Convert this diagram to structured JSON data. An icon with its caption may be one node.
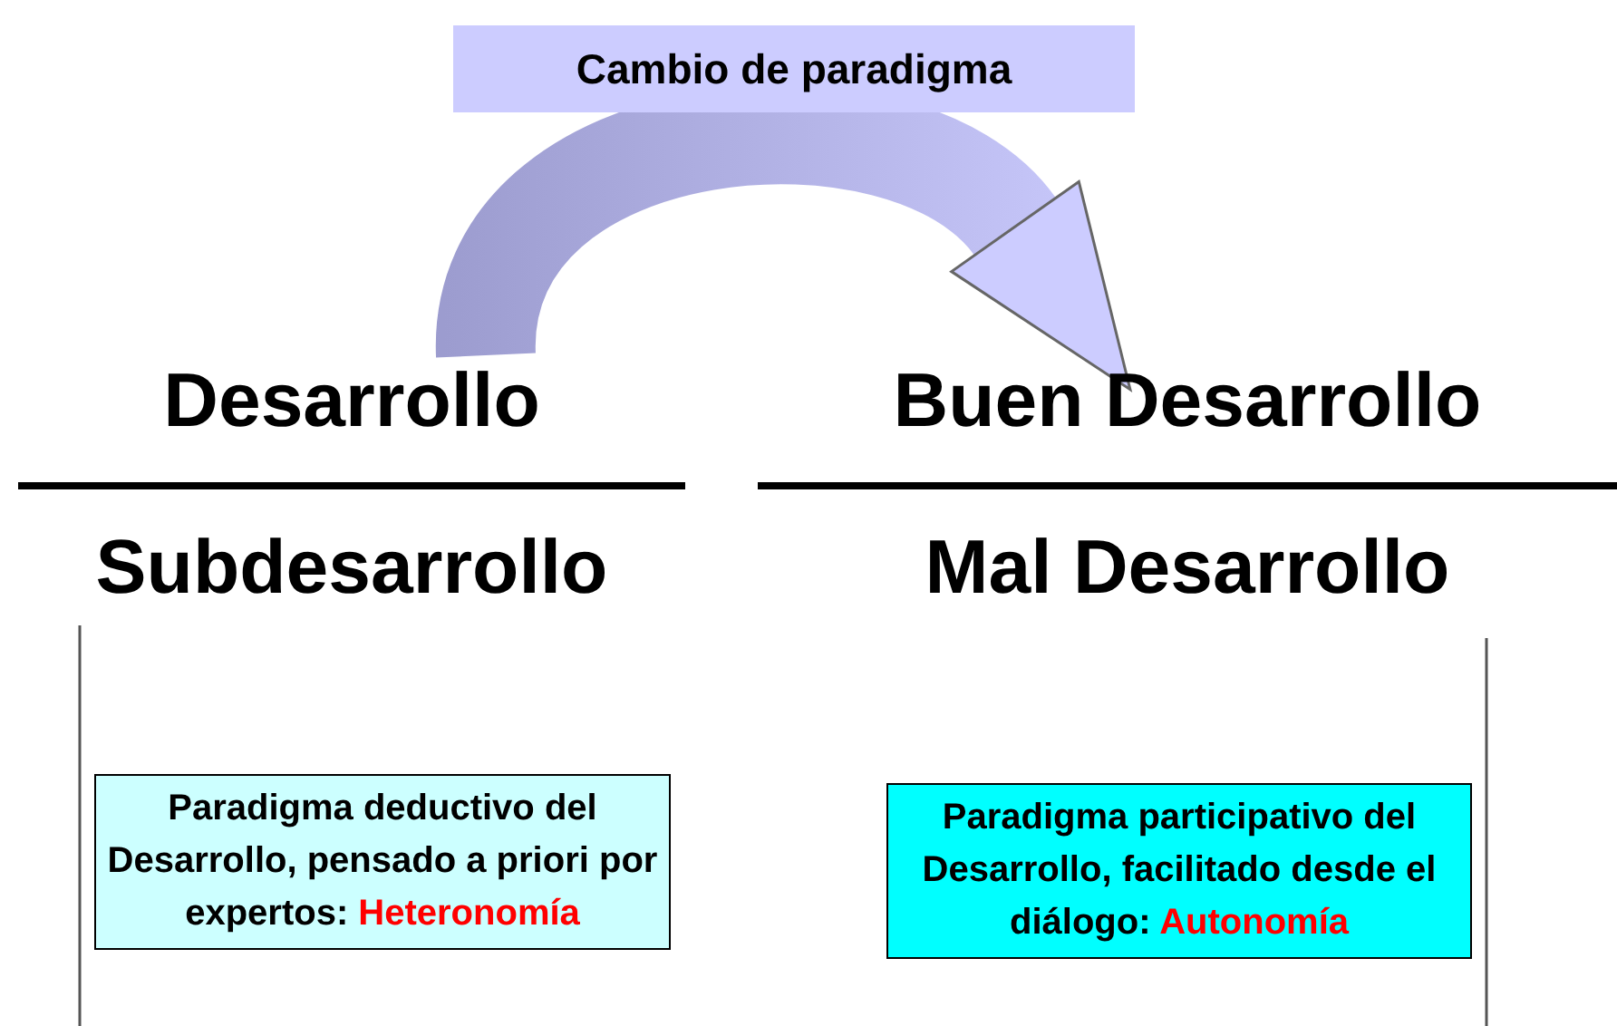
{
  "diagram": {
    "nodes": [
      {
        "text": [
          "Cambio de paradigma"
        ]
      },
      {
        "text": [
          "Desarrollo",
          "Subdesarrollo"
        ]
      },
      {
        "text": [
          "Buen Desarrollo",
          "Mal Desarrollo"
        ]
      },
      {
        "text": [
          "Paradigma deductivo del Desarrollo, pensado a priori por expertos:",
          "Heteronomía"
        ]
      },
      {
        "text": [
          "Paradigma participativo del Desarrollo, facilitado desde el diálogo:",
          "Autonomía"
        ]
      }
    ],
    "edges": [
      {
        "from": 1,
        "to": 2,
        "arrow": "to"
      }
    ]
  }
}
